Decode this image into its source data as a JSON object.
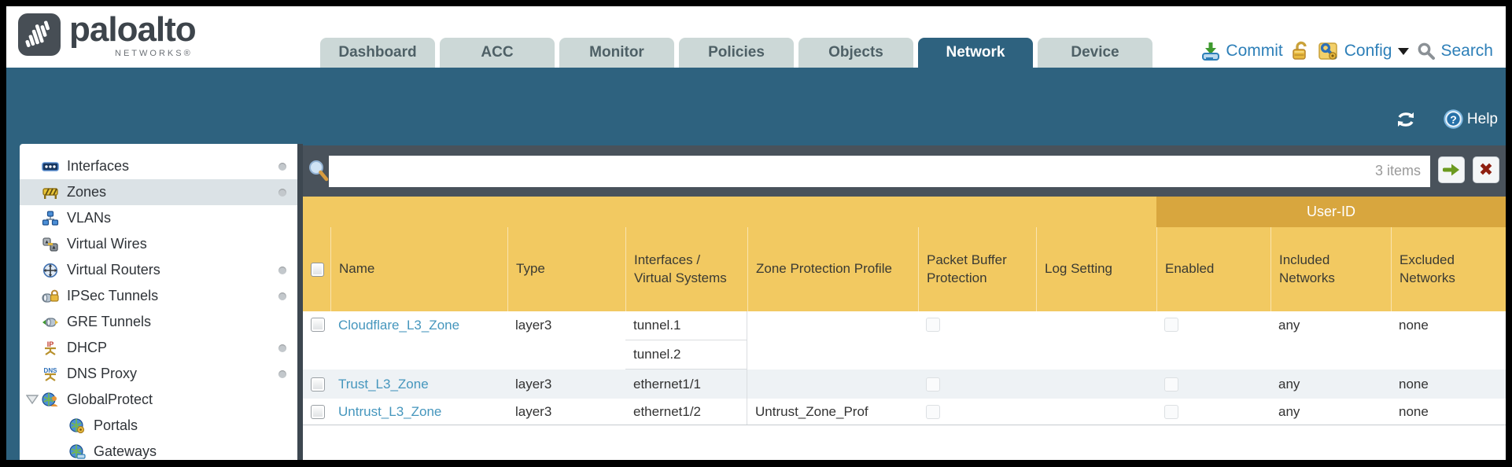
{
  "app": {
    "brand": "paloalto",
    "brand_sub": "NETWORKS®"
  },
  "nav": {
    "active_tab": "Network",
    "tabs": [
      {
        "label": "Dashboard"
      },
      {
        "label": "ACC"
      },
      {
        "label": "Monitor"
      },
      {
        "label": "Policies"
      },
      {
        "label": "Objects"
      },
      {
        "label": "Network"
      },
      {
        "label": "Device"
      }
    ]
  },
  "utilities": {
    "commit": "Commit",
    "config": "Config",
    "search": "Search",
    "help": "Help"
  },
  "sidebar": {
    "items": [
      {
        "label": "Interfaces"
      },
      {
        "label": "Zones"
      },
      {
        "label": "VLANs"
      },
      {
        "label": "Virtual Wires"
      },
      {
        "label": "Virtual Routers"
      },
      {
        "label": "IPSec Tunnels"
      },
      {
        "label": "GRE Tunnels"
      },
      {
        "label": "DHCP"
      },
      {
        "label": "DNS Proxy"
      },
      {
        "label": "GlobalProtect"
      },
      {
        "label": "Portals"
      },
      {
        "label": "Gateways"
      }
    ],
    "selected": "Zones"
  },
  "toolbar": {
    "filter_value": "",
    "items_count": "3 items"
  },
  "table": {
    "group_header": "User-ID",
    "columns": {
      "name": "Name",
      "type": "Type",
      "interfaces": "Interfaces / Virtual Systems",
      "zone_protection": "Zone Protection Profile",
      "packet_buffer": "Packet Buffer Protection",
      "log_setting": "Log Setting",
      "enabled": "Enabled",
      "included": "Included Networks",
      "excluded": "Excluded Networks"
    },
    "rows": [
      {
        "name": "Cloudflare_L3_Zone",
        "type": "layer3",
        "interfaces": [
          "tunnel.1",
          "tunnel.2"
        ],
        "zone_protection": "",
        "log_setting": "",
        "packet_buffer_checked": false,
        "user_id_enabled": false,
        "included": "any",
        "excluded": "none"
      },
      {
        "name": "Trust_L3_Zone",
        "type": "layer3",
        "interfaces": [
          "ethernet1/1"
        ],
        "zone_protection": "",
        "log_setting": "",
        "packet_buffer_checked": false,
        "user_id_enabled": false,
        "included": "any",
        "excluded": "none"
      },
      {
        "name": "Untrust_L3_Zone",
        "type": "layer3",
        "interfaces": [
          "ethernet1/2"
        ],
        "zone_protection": "Untrust_Zone_Prof",
        "log_setting": "",
        "packet_buffer_checked": false,
        "user_id_enabled": false,
        "included": "any",
        "excluded": "none"
      }
    ]
  },
  "palette": {
    "teal_band": "#2e627f",
    "slate_toolbar": "#49525b",
    "header_orange": "#f2c961",
    "user_id_band": "#d8a63e",
    "link_blue": "#4596bd",
    "utility_blue": "#2d7fb8",
    "inactive_tab": "#ccd8d7",
    "row_stripe": "#eef2f5"
  }
}
